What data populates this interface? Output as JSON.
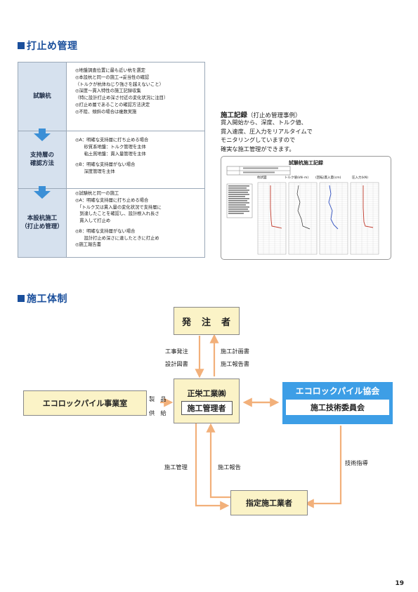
{
  "sections": {
    "driving": "打止め管理",
    "org": "施工体制"
  },
  "procedure": {
    "steps": [
      {
        "label": [
          "試験杭"
        ],
        "lines": [
          "◎地盤調査位置に最も近い杭を選定",
          "◎本設杭と同一の施工→妥当性の確認",
          "（トルクが杭体ねじり強さを越えないこと）",
          "◎深度～貫入特性の施工記録収集",
          "（特に設計打止め深さ付近の変化状況に注目）",
          "◎打止め層であることの確認方法決定",
          "◎不陸、傾斜の場合は複数実施"
        ]
      },
      {
        "label": [
          "支持層の",
          "確認方法"
        ],
        "lines": [
          "◎A：明確な支持層に打ち止める場合",
          "　　砂質系地盤：トルク管理を主体",
          "　　粘土質地盤：貫入量管理を主体",
          "",
          "◎B：明確な支持層がない場合",
          "　　深度管理を主体"
        ]
      },
      {
        "label": [
          "本設杭施工",
          "（打止め管理）"
        ],
        "lines": [
          "◎試験杭と同一の施工",
          "◎A：明確な支持層に打ち止める場合",
          "　「トルク又は貫入量の変化状況で支持層に",
          "　到達したことを確認し、設計根入れ長さ",
          "　貫入して打止め",
          "",
          "◎B：明確な支持層がない場合",
          "　　設計打止め深さに達したときに打止め",
          "◎施工報告書"
        ]
      }
    ]
  },
  "record": {
    "title": "施工記録",
    "subtitle": "（打止め管理事例）",
    "text": [
      "貫入開始から、深度、トルク値、",
      "貫入速度、圧入力をリアルタイムで",
      "モニタリングしていますので",
      "確実な施工管理ができます。"
    ],
    "sheet_title": "試験杭施工記録",
    "columns": [
      "杭状図",
      "トルク値(kN･m)",
      "(回転)貫入量(cm)",
      "圧入力(kN)"
    ]
  },
  "org": {
    "client": "発　注　者",
    "contractor_name": "正栄工業㈱",
    "contractor_role": "施工管理者",
    "office": "エコロックパイル事業室",
    "association_name": "エコロックパイル協会",
    "association_committee": "施工技術委員会",
    "designated": "指定施工業者",
    "labels": {
      "order": "工事発注",
      "drawings": "設計図書",
      "plan": "施工計画書",
      "report_up": "施工報告書",
      "product": "製　品",
      "supply": "供　給",
      "mgmt": "施工管理",
      "report": "施工報告",
      "tech": "技術指導"
    },
    "colors": {
      "box_fill": "#fbf3c7",
      "arrow": "#f2b07a",
      "assoc": "#3d9ee6"
    }
  },
  "page_number": "19"
}
